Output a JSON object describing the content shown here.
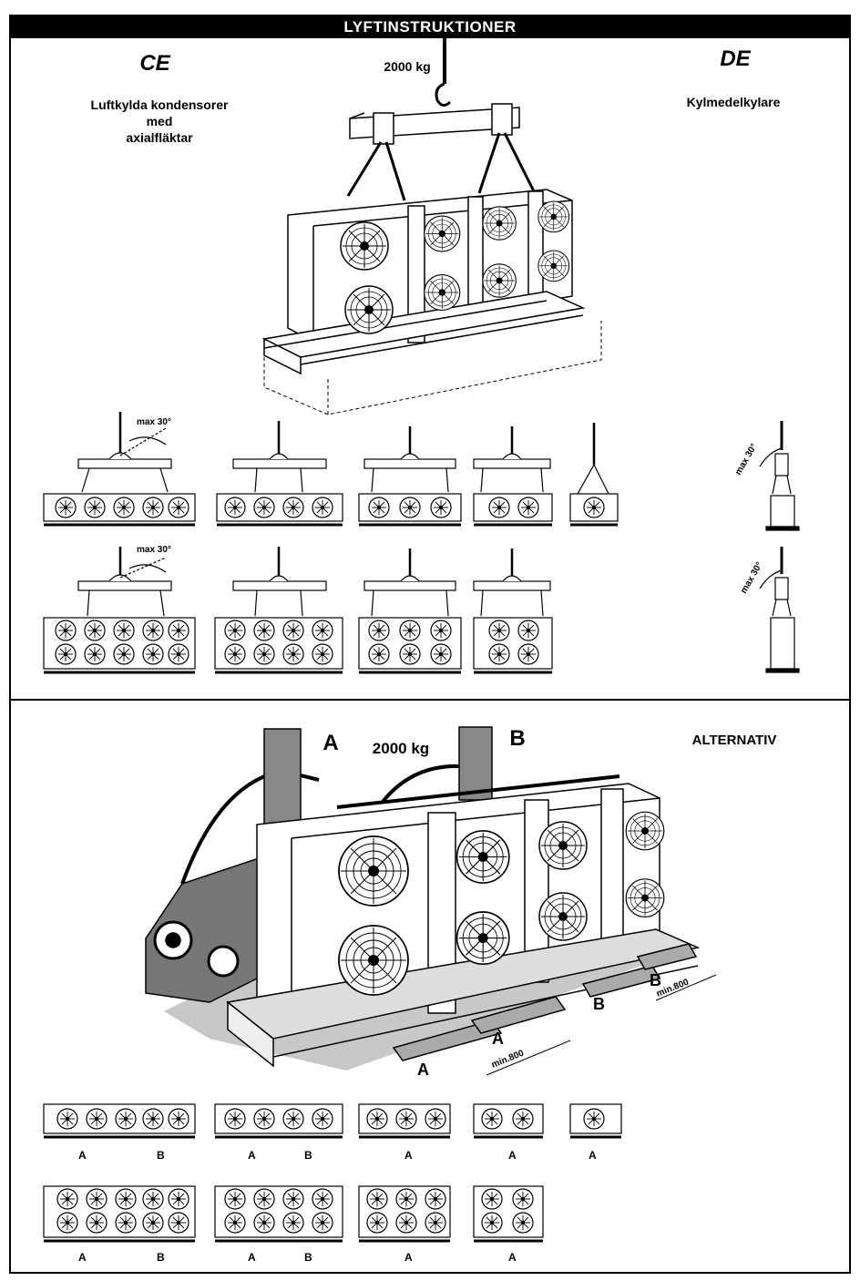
{
  "header": {
    "title": "LYFTINSTRUKTIONER"
  },
  "top": {
    "ce_code": "CE",
    "ce_description": "Luftkylda kondensorer\nmed\naxialfläktar",
    "de_code": "DE",
    "de_description": "Kylmedelkylare",
    "weight": "2000 kg",
    "angle_label": "max 30°"
  },
  "bottom": {
    "label_a": "A",
    "label_b": "B",
    "weight": "2000 kg",
    "alternative": "ALTERNATIV",
    "min_distance": "min.800",
    "fork_a": "A",
    "fork_b": "B"
  }
}
